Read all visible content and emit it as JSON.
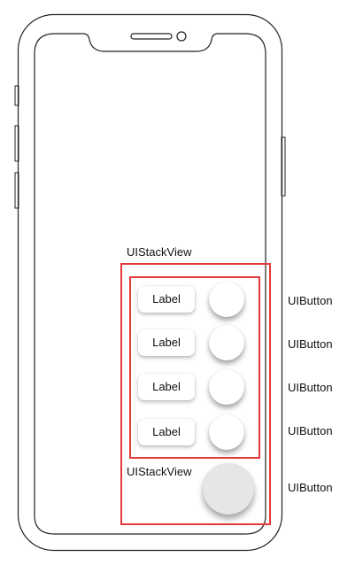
{
  "colors": {
    "stack_frame": "#e23a3a",
    "device_outline": "#222222",
    "fab_fill": "#e6e6e6"
  },
  "diagram": {
    "outer_stack_label": "UIStackView",
    "inner_stack_label": "UIStackView",
    "rows": [
      {
        "label": "Label",
        "button_caption": "UIButton"
      },
      {
        "label": "Label",
        "button_caption": "UIButton"
      },
      {
        "label": "Label",
        "button_caption": "UIButton"
      },
      {
        "label": "Label",
        "button_caption": "UIButton"
      }
    ],
    "main_button_caption": "UIButton"
  }
}
